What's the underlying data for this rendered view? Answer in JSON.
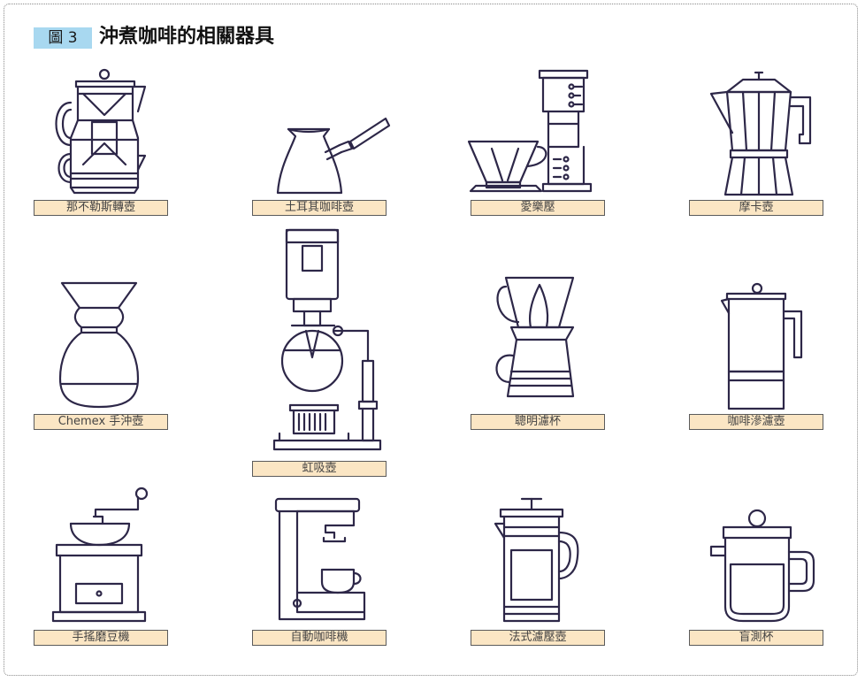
{
  "figure": {
    "number": "圖 3",
    "title": "沖煮咖啡的相關器具"
  },
  "items": [
    {
      "id": "napier",
      "label": "那不勒斯轉壺",
      "icon": "napier-pot-icon"
    },
    {
      "id": "turkish",
      "label": "土耳其咖啡壺",
      "icon": "turkish-pot-icon"
    },
    {
      "id": "aeropress",
      "label": "愛樂壓",
      "icon": "aeropress-icon"
    },
    {
      "id": "moka",
      "label": "摩卡壺",
      "icon": "moka-pot-icon"
    },
    {
      "id": "chemex",
      "label": "Chemex 手沖壺",
      "icon": "chemex-icon"
    },
    {
      "id": "siphon",
      "label": "虹吸壺",
      "icon": "siphon-icon"
    },
    {
      "id": "clever",
      "label": "聰明濾杯",
      "icon": "clever-dripper-icon"
    },
    {
      "id": "percolator",
      "label": "咖啡滲濾壺",
      "icon": "percolator-icon"
    },
    {
      "id": "grinder",
      "label": "手搖磨豆機",
      "icon": "hand-grinder-icon"
    },
    {
      "id": "machine",
      "label": "自動咖啡機",
      "icon": "coffee-machine-icon"
    },
    {
      "id": "french_press",
      "label": "法式濾壓壺",
      "icon": "french-press-icon"
    },
    {
      "id": "cupping",
      "label": "盲測杯",
      "icon": "cupping-pot-icon"
    }
  ]
}
